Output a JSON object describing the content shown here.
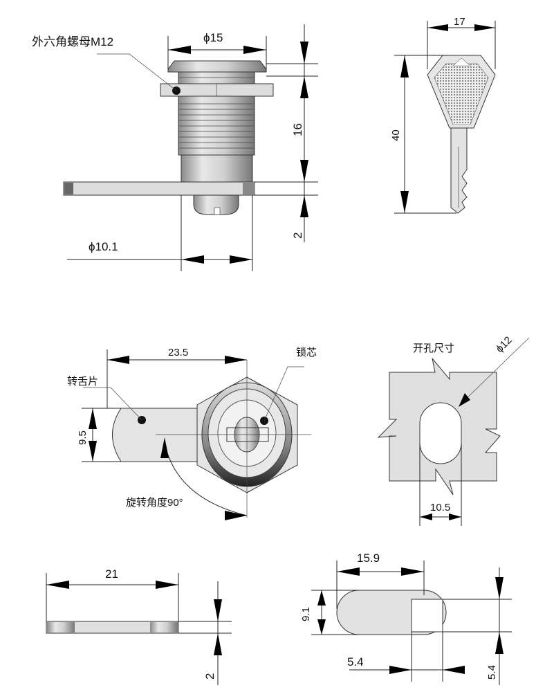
{
  "labels": {
    "hex_nut": "外六角螺母M12",
    "dia15": "ϕ15",
    "len16": "16",
    "thk2_top": "2",
    "dia10_1": "ϕ10.1",
    "key_width": "17",
    "key_len": "40",
    "len23_5": "23.5",
    "lock_core": "锁芯",
    "tongue": "转舌片",
    "w9_5": "9.5",
    "rotation": "旋转角度90°",
    "cutout": "开孔尺寸",
    "dia12": "ϕ12",
    "w10_5": "10.5",
    "len21": "21",
    "thk2_bottom": "2",
    "len15_9": "15.9",
    "w9_1": "9.1",
    "off5_4_h": "5.4",
    "off5_4_v": "5.4"
  }
}
